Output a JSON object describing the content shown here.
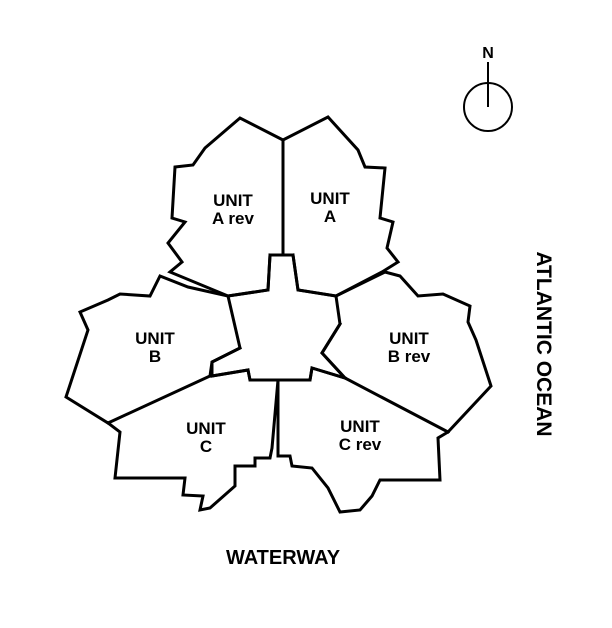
{
  "units": [
    {
      "id": "a-rev",
      "line1": "UNIT",
      "line2": "A rev"
    },
    {
      "id": "a",
      "line1": "UNIT",
      "line2": "A"
    },
    {
      "id": "b",
      "line1": "UNIT",
      "line2": "B"
    },
    {
      "id": "b-rev",
      "line1": "UNIT",
      "line2": "B rev"
    },
    {
      "id": "c",
      "line1": "UNIT",
      "line2": "C"
    },
    {
      "id": "c-rev",
      "line1": "UNIT",
      "line2": "C rev"
    }
  ],
  "labels": {
    "compass_north": "N",
    "east_side": "ATLANTIC OCEAN",
    "south_side": "WATERWAY"
  },
  "colors": {
    "ink": "#000000",
    "background": "#ffffff"
  }
}
